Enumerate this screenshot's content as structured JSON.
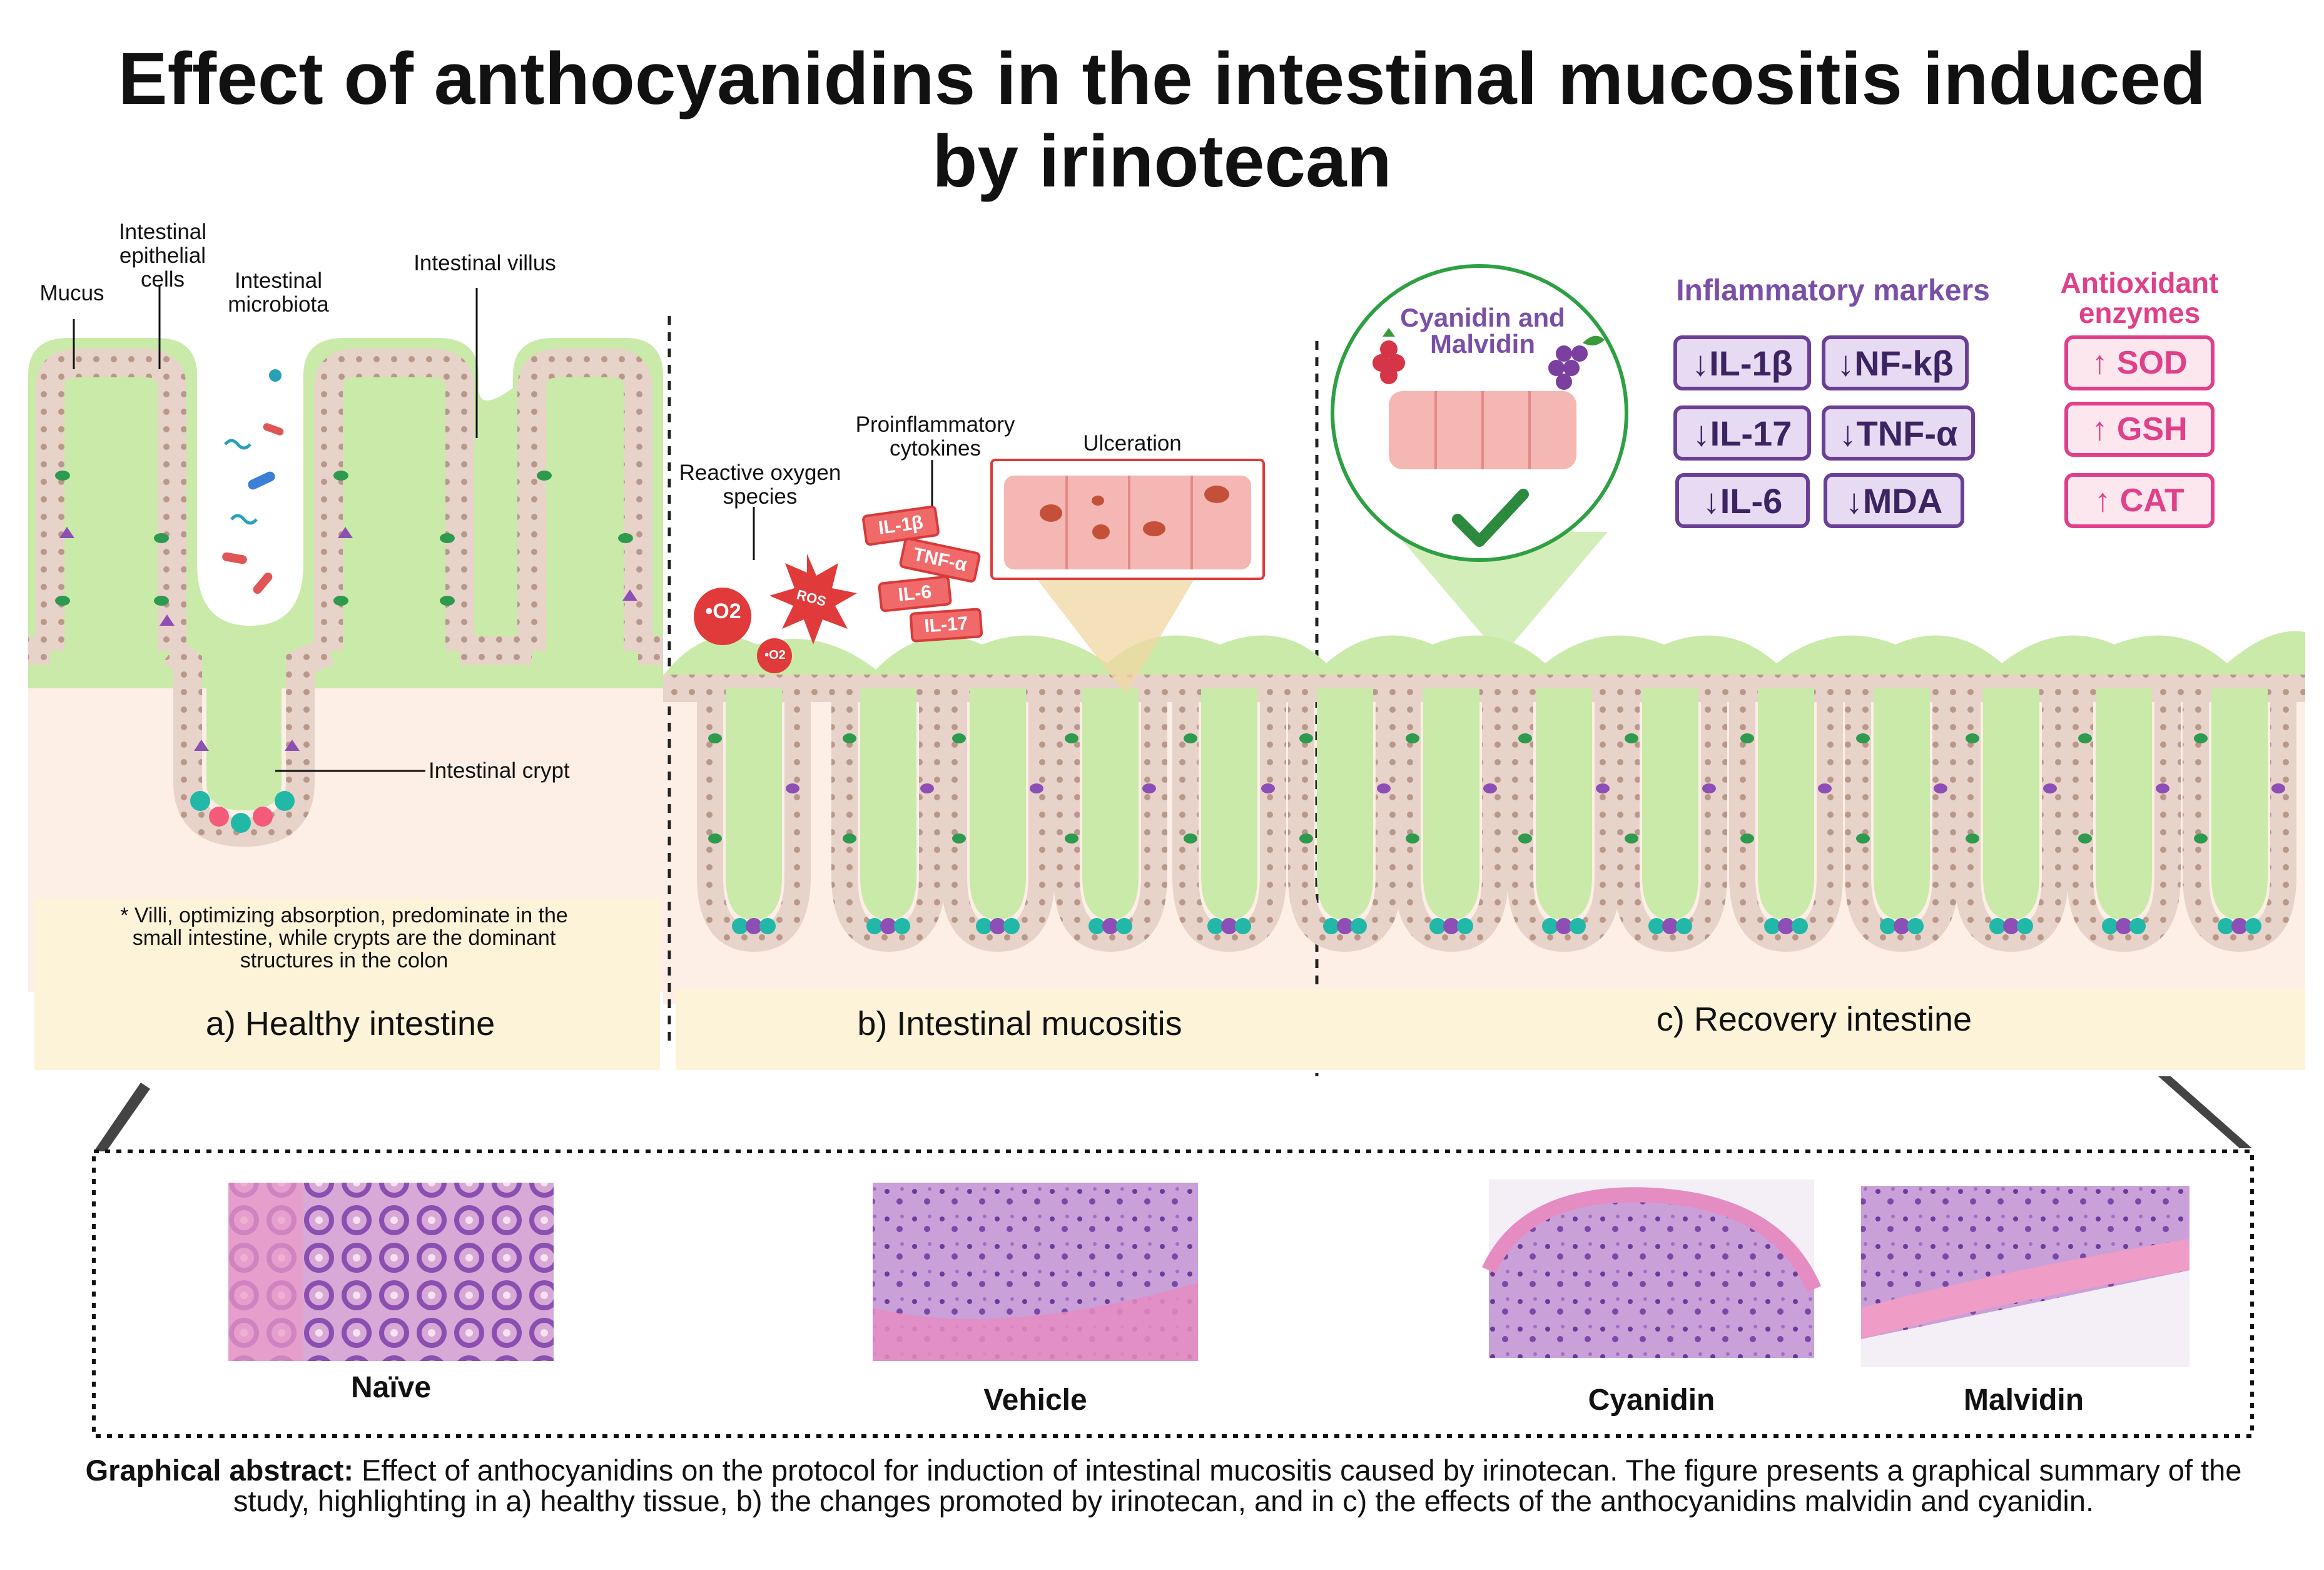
{
  "title": {
    "line1": "Effect of anthocyanidins in the intestinal mucositis induced",
    "line2": "by irinotecan"
  },
  "panel_a": {
    "labels": {
      "mucus": "Mucus",
      "epithelial_cells": "Intestinal epithelial cells",
      "microbiota": "Intestinal microbiota",
      "villus": "Intestinal villus",
      "crypt": "Intestinal crypt"
    },
    "note": "* Villi, optimizing absorption, predominate in the small intestine, while crypts are the dominant structures in the colon",
    "caption": "a) Healthy intestine"
  },
  "panel_b": {
    "labels": {
      "ros": "Reactive oxygen species",
      "cytokines": "Proinflammatory cytokines",
      "ulceration": "Ulceration"
    },
    "ros_badge": "ROS",
    "o2_large": "•O2",
    "o2_small": "•O2",
    "cytokine_tags": [
      "IL-1β",
      "TNF-α",
      "IL-6",
      "IL-17"
    ],
    "caption": "b) Intestinal mucositis"
  },
  "panel_c": {
    "treatment_label": "Cyanidin and Malvidin",
    "inflammatory_title": "Inflammatory markers",
    "inflammatory_markers": [
      "↓IL-1β",
      "↓NF-kβ",
      "↓IL-17",
      "↓TNF-α",
      "↓IL-6",
      "↓MDA"
    ],
    "antioxidant_title": "Antioxidant enzymes",
    "antioxidant_enzymes": [
      "↑ SOD",
      "↑ GSH",
      "↑ CAT"
    ],
    "caption": "c) Recovery intestine"
  },
  "histology": [
    "Naïve",
    "Vehicle",
    "Cyanidin",
    "Malvidin"
  ],
  "figure_caption": {
    "bold": "Graphical abstract:",
    "text": " Effect of anthocyanidins on the protocol for induction of intestinal mucositis caused by irinotecan. The figure presents a graphical summary of the study, highlighting in a) healthy tissue, b) the changes promoted by irinotecan, and in c) the effects of the anthocyanidins malvidin and cyanidin."
  },
  "colors": {
    "mucus": "#c9eaa8",
    "tissue": "#e7d3c9",
    "cell_dot": "#b9988a",
    "submucosa": "#fdeee6",
    "caption_band": "#fdf3d8",
    "inflammatory": "#6a3f96",
    "antioxidant": "#e0408a",
    "ros": "#e03a3a",
    "check": "#2b8a3e"
  }
}
